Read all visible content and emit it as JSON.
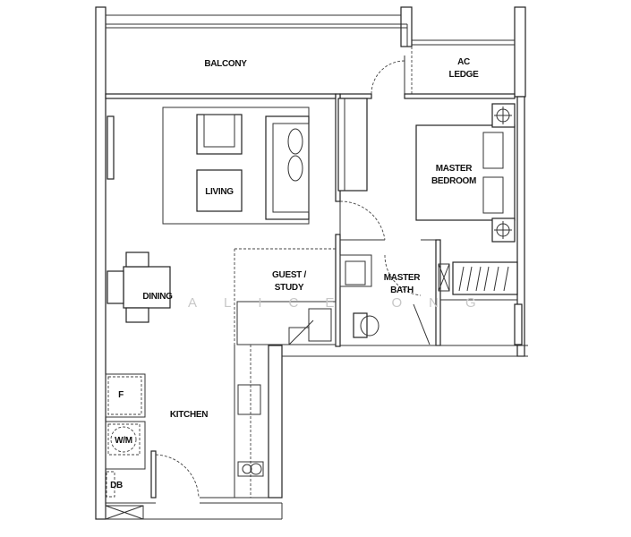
{
  "rooms": {
    "balcony": "BALCONY",
    "ac_ledge_1": "AC",
    "ac_ledge_2": "LEDGE",
    "living": "LIVING",
    "master_bedroom_1": "MASTER",
    "master_bedroom_2": "BEDROOM",
    "dining": "DINING",
    "guest_study_1": "GUEST /",
    "guest_study_2": "STUDY",
    "master_bath_1": "MASTER",
    "master_bath_2": "BATH",
    "kitchen": "KITCHEN"
  },
  "fixtures": {
    "fridge": "F",
    "washing_machine": "W/M",
    "db": "DB"
  },
  "watermark": "ALICE ONG"
}
